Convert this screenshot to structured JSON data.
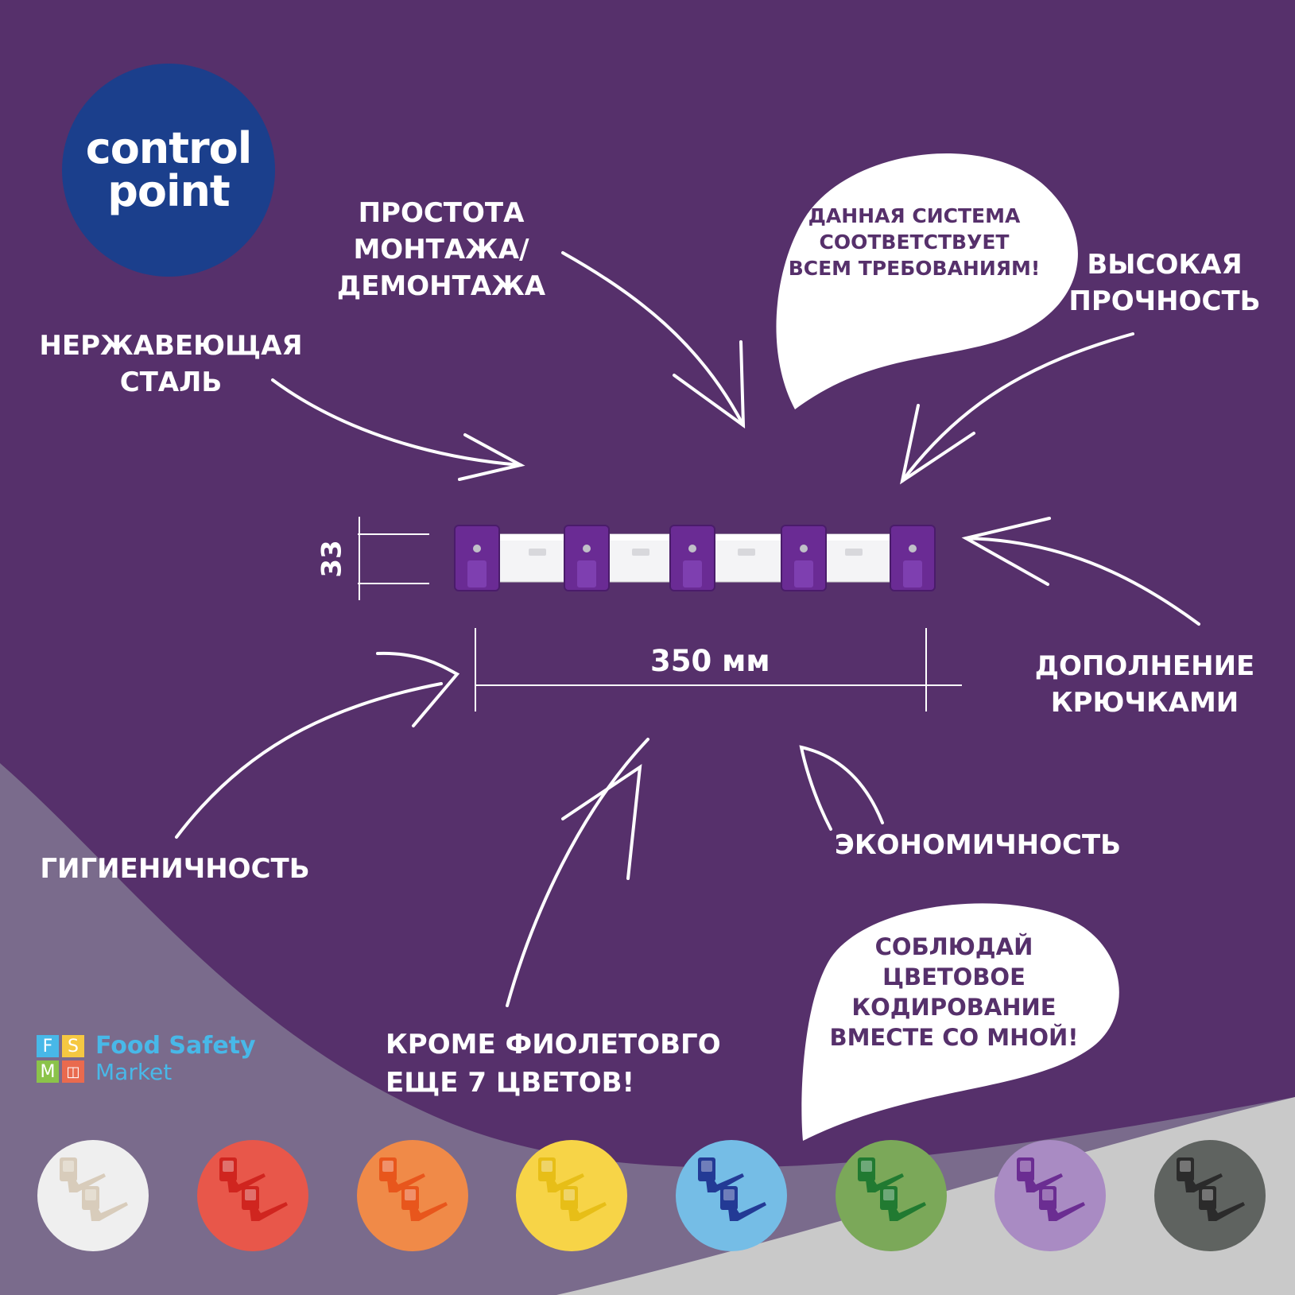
{
  "brand": {
    "logo_text": "control\npoint",
    "logo_color": "#1b3f8c"
  },
  "features": {
    "mounting": "ПРОСТОТА\nМОНТАЖА/\nДЕМОНТАЖА",
    "steel": "НЕРЖАВЕЮЩАЯ\nСТАЛЬ",
    "strength": "ВЫСОКАЯ\nПРОЧНОСТЬ",
    "hooks": "ДОПОЛНЕНИЕ\nКРЮЧКАМИ",
    "hygiene": "ГИГИЕНИЧНОСТЬ",
    "economy": "ЭКОНОМИЧНОСТЬ",
    "colors": "КРОМЕ ФИОЛЕТОВГО\nЕЩЕ 7 ЦВЕТОВ!"
  },
  "bubbles": {
    "top": "ДАННАЯ СИСТЕМА\nСООТВЕТСТВУЕТ\nВСЕМ ТРЕБОВАНИЯМ!",
    "bottom": "СОБЛЮДАЙ\nЦВЕТОВОЕ\nКОДИРОВАНИЕ\nВМЕСТЕ СО МНОЙ!"
  },
  "dimensions": {
    "width": "350 мм",
    "height": "33"
  },
  "fsm_logo": {
    "letters": [
      "F",
      "S",
      "M"
    ],
    "line1": "Food Safety",
    "line2": "Market"
  },
  "colors": {
    "background": "#56306b",
    "product_purple": "#6a2b94",
    "swatches": [
      {
        "name": "white",
        "bg": "#efefef",
        "hook": "#d8ccbb"
      },
      {
        "name": "red",
        "bg": "#e8574a",
        "hook": "#d0251f"
      },
      {
        "name": "orange",
        "bg": "#f08a48",
        "hook": "#e8561c"
      },
      {
        "name": "yellow",
        "bg": "#f7d447",
        "hook": "#e7be17"
      },
      {
        "name": "blue",
        "bg": "#75bde6",
        "hook": "#233a95"
      },
      {
        "name": "green",
        "bg": "#7ba859",
        "hook": "#217a31"
      },
      {
        "name": "purple",
        "bg": "#a98bc3",
        "hook": "#6b2d92"
      },
      {
        "name": "black",
        "bg": "#5f6360",
        "hook": "#2b2b2b"
      }
    ]
  }
}
